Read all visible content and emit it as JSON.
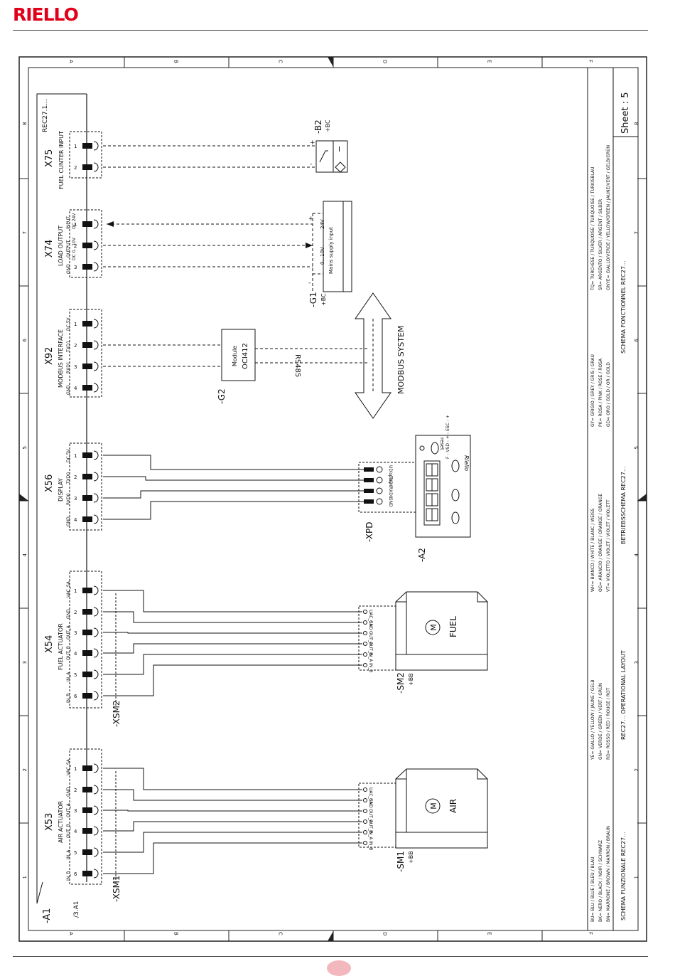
{
  "brand": {
    "logo": "RIELLO",
    "color": "#e1001a"
  },
  "frame": {
    "cols": [
      "A",
      "B",
      "C",
      "D",
      "E",
      "F"
    ],
    "rows": [
      "1",
      "2",
      "3",
      "4",
      "5",
      "6",
      "7",
      "8"
    ]
  },
  "unit_a1": {
    "label": "REC27.1...",
    "ref": "-A1",
    "xref": "/3.A1"
  },
  "connectors": {
    "x75": {
      "id": "X75",
      "desc": "FUEL CUNTER INPUT",
      "pins": [
        "1",
        "2"
      ],
      "signals": [
        "",
        ""
      ]
    },
    "x74": {
      "id": "X74",
      "desc": "LOAD OUTPUT",
      "sub1": "OUTPUT",
      "sub2": "DC 0...10V",
      "sub3": "INPUT",
      "sub4": "DC 24V",
      "pins": [
        "1",
        "2",
        "3"
      ],
      "signals": [
        "",
        "",
        "GND"
      ]
    },
    "x92": {
      "id": "X92",
      "desc": "MODBUS INTERFACE",
      "pins": [
        "1",
        "2",
        "3",
        "4"
      ],
      "signals": [
        "DC 5V",
        "TXD1",
        "RXD1",
        "GND"
      ]
    },
    "x56": {
      "id": "X56",
      "desc": "DISPLAY",
      "pins": [
        "1",
        "2",
        "3",
        "4"
      ],
      "signals": [
        "DC 5V",
        "TXD0",
        "RXD0",
        "GND"
      ]
    },
    "x54": {
      "id": "X54",
      "desc": "FUEL ACTUATOR",
      "pins": [
        "1",
        "2",
        "3",
        "4",
        "5",
        "6"
      ],
      "signals": [
        "VAC_SA",
        "GND",
        "OUT_A",
        "OUT_B",
        "IN_A",
        "IN_B"
      ]
    },
    "x53": {
      "id": "X53",
      "desc": "AIR ACTUATOR",
      "pins": [
        "1",
        "2",
        "3",
        "4",
        "5",
        "6"
      ],
      "signals": [
        "VAC_SA",
        "GND",
        "OUT_A",
        "OUT_B",
        "IN_A",
        "IN_B"
      ]
    }
  },
  "devices": {
    "b2": {
      "ref": "-B2",
      "loc": "+BC",
      "plus": "+",
      "minus": "-",
      "sym": "I"
    },
    "g1": {
      "ref": "-G1",
      "loc": "+BC",
      "v": "24V",
      "range": "0...10V",
      "desc": "Mains supply input",
      "plus": "+",
      "minus": "-"
    },
    "g2": {
      "ref": "-G2",
      "title": "Module",
      "model": "OCI412",
      "bus": "RS485"
    },
    "modbus": {
      "label": "MODBUS SYSTEM"
    },
    "a2": {
      "ref": "-A2",
      "brand": "Riello",
      "reset": "reset",
      "keys": "F  -  VSD  -  +  -  ESC  -  +",
      "xpd": "-XPD",
      "pins": [
        "UDisplay",
        "TXD0",
        "RXD0",
        "GND"
      ]
    },
    "sm2": {
      "ref": "-SM2",
      "loc": "+BB",
      "name": "FUEL",
      "motor": "M",
      "xsm": "-XSM2",
      "pins": [
        "UAC_SA",
        "GND",
        "OUT_A",
        "OUT_B",
        "IN_A",
        "IN_B"
      ]
    },
    "sm1": {
      "ref": "-SM1",
      "loc": "+BB",
      "name": "AIR",
      "motor": "M",
      "xsm": "-XSM1",
      "pins": [
        "UAC_SA",
        "GND",
        "OUT_A",
        "OUT_B",
        "IN_A",
        "IN_B"
      ]
    }
  },
  "legend": {
    "col1": [
      "BU= BLU / BLUE / BLEU / BLAU",
      "BK= NERO / BLACK / NOIR / SCHWARZ",
      "BN= MARRONE / BROWN / MARRON / BRAUN"
    ],
    "col2": [
      "YE= GIALLO / YELLOW / JAUNE / GELB",
      "GN= VERDE / GREEN / VERT / GRÜN",
      "RD= ROSSO / RED / ROUGE / ROT"
    ],
    "col3": [
      "WH= BIANCO / WHITE / BLANC / WEISS",
      "OG= ARANCIO / ORANGE / ORANGE / ORANGE",
      "VT= VIOLETTO / VIOLET / VIOLET / VIOLETT"
    ],
    "col4": [
      "GY= GRIGIO / GREY / GRIS / GRAU",
      "PK= ROSA / PINK / ROSE / ROSA",
      "GD= ORO / GOLD / OR / GOLD"
    ],
    "col5": [
      "TQ= TURCHESE / TURQUOISE / TURQUOISE / TURKISBLAU",
      "SR= ARGENTO / SILVER / ARGENT / SILBER",
      "GNYE= GIALLO/VERDE / YELLOW/GREEN / JAUNE/VERT / GELB/GRÜN"
    ]
  },
  "titles": {
    "it": "SCHEMA FUNZIONALE REC27...",
    "en": "REC27... OPERATIONAL LAYOUT",
    "de": "BETRIEBSSCHEMA REC27...",
    "fr": "SCHEMA FONCTIONNEL REC27...",
    "sheet": "Sheet : 5"
  }
}
